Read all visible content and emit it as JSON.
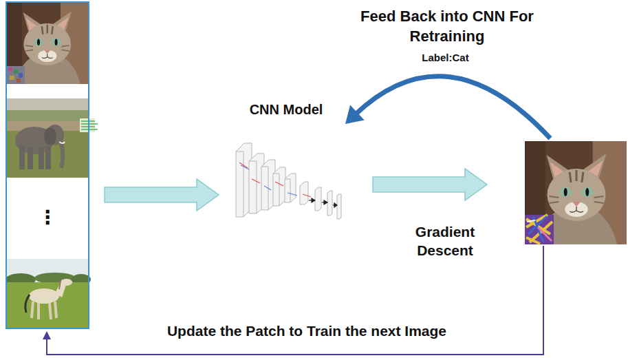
{
  "diagram": {
    "nodes": [
      {
        "text": [
          "⋮"
        ]
      },
      {
        "text": [
          "CNN Model"
        ]
      },
      {
        "text": []
      }
    ],
    "edges": [
      {
        "from": 0,
        "to": 1,
        "arrow": "to"
      },
      {
        "from": 1,
        "to": 2,
        "label": "Gradient Descent",
        "arrow": "to"
      },
      {
        "from": 2,
        "to": 1,
        "label": "Feed Back into CNN For Retraining",
        "arrow": "to"
      },
      {
        "from": 2,
        "to": 0,
        "label": "Update the Patch to Train the next Image",
        "arrow": "to"
      }
    ],
    "labels": [
      "Label:Cat"
    ]
  }
}
